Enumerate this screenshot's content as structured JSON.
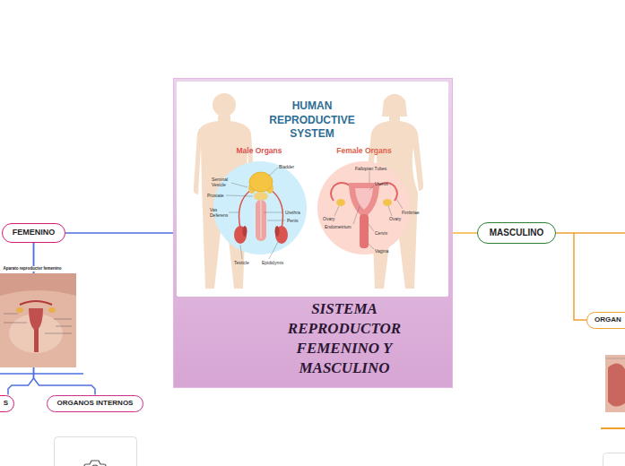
{
  "diagram": {
    "nodes": [
      {
        "text": [
          "SISTEMA REPRODUCTOR FEMENINO Y MASCULINO"
        ]
      },
      {
        "text": [
          "FEMENINO"
        ]
      },
      {
        "text": [
          "MASCULINO"
        ]
      },
      {
        "text": [
          "S"
        ]
      },
      {
        "text": [
          "ORGANOS INTERNOS"
        ]
      },
      {
        "text": [
          "ORGAN"
        ]
      }
    ],
    "edges": [
      {
        "from": 0,
        "to": 1,
        "arrow": "none"
      },
      {
        "from": 0,
        "to": 2,
        "arrow": "none"
      },
      {
        "from": 1,
        "to": 3,
        "arrow": "none"
      },
      {
        "from": 1,
        "to": 4,
        "arrow": "none"
      },
      {
        "from": 2,
        "to": 5,
        "arrow": "none"
      }
    ],
    "labels": [
      "HUMAN REPRODUCTIVE SYSTEM",
      "Male Organs",
      "Female Organs",
      "Bladder",
      "Seminal Vesicle",
      "Prostate",
      "Vas Deferens",
      "Urethra",
      "Penis",
      "Testicle",
      "Epididymis",
      "Fallopian Tubes",
      "Uterus",
      "Fimbriae",
      "Ovary",
      "Ovary",
      "Endometrium",
      "Cervix",
      "Vagina",
      "Aparato reproductor femenino"
    ]
  }
}
